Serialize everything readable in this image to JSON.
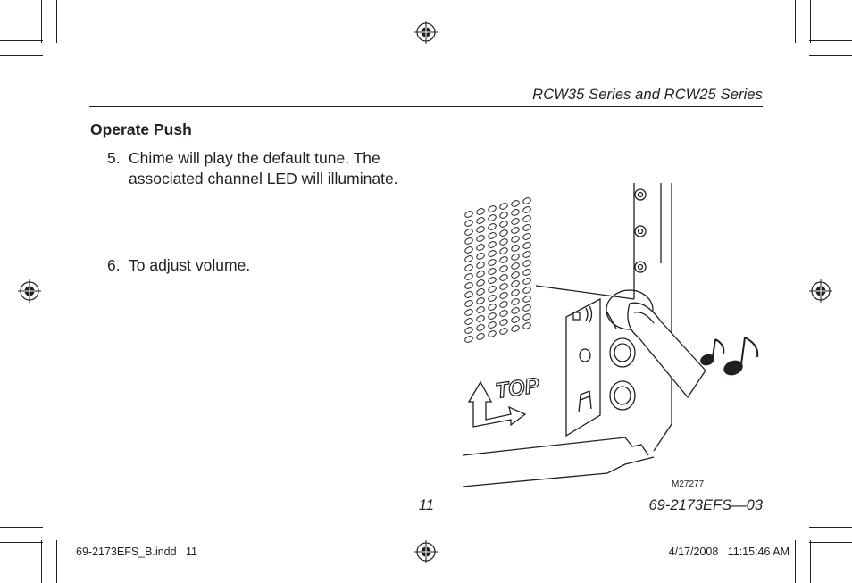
{
  "header": {
    "title": "RCW35 Series and RCW25 Series"
  },
  "section": {
    "heading": "Operate Push"
  },
  "steps": [
    {
      "number": "5.",
      "line1": "Chime will play the default tune. The",
      "line2": "associated channel LED will illuminate."
    },
    {
      "number": "6.",
      "line1": "To adjust volume."
    }
  ],
  "figure": {
    "code": "M27277",
    "top_label": "TOP"
  },
  "footer": {
    "page_number": "11",
    "doc_number": "69-2173EFS—03"
  },
  "slug": {
    "file": "69-2173EFS_B.indd   11",
    "timestamp": "4/17/2008   11:15:46 AM"
  },
  "colors": {
    "ink": "#231f20",
    "paper": "#ffffff"
  }
}
